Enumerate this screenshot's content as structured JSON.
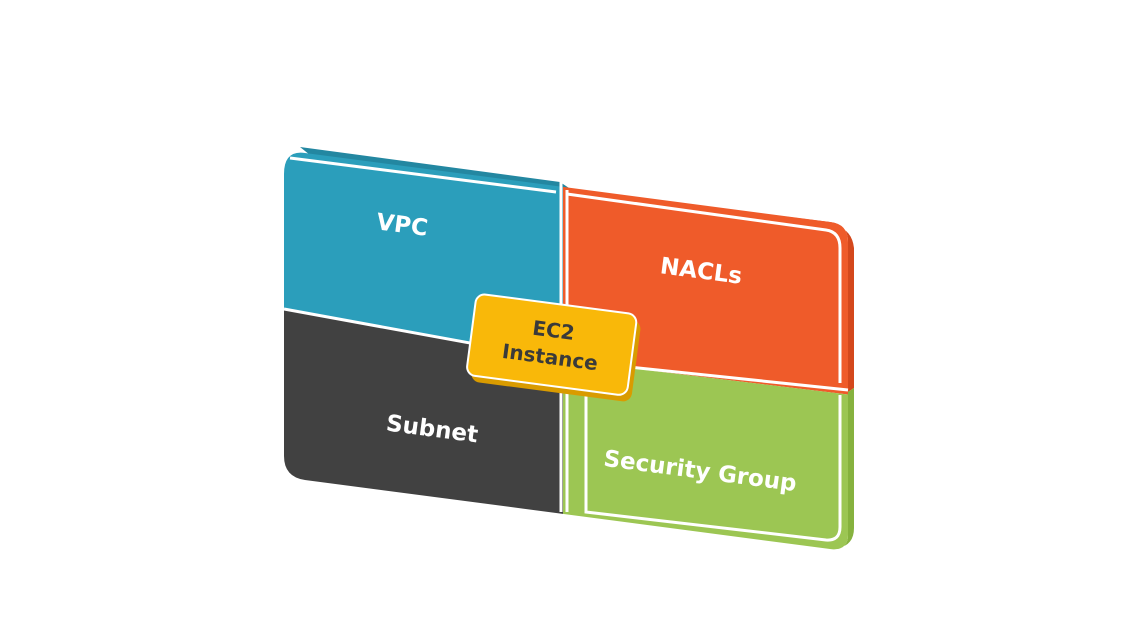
{
  "diagram": {
    "quadrants": {
      "top_left": {
        "label": "VPC",
        "color": "#2B9EBB"
      },
      "top_right": {
        "label": "NACLs",
        "color": "#EF5B2A"
      },
      "bottom_left": {
        "label": "Subnet",
        "color": "#414141"
      },
      "bottom_right": {
        "label": "Security Group",
        "color": "#9CC653"
      }
    },
    "center": {
      "label_line1": "EC2",
      "label_line2": "Instance",
      "color": "#F9B809"
    },
    "divider_color": "#ffffff"
  }
}
